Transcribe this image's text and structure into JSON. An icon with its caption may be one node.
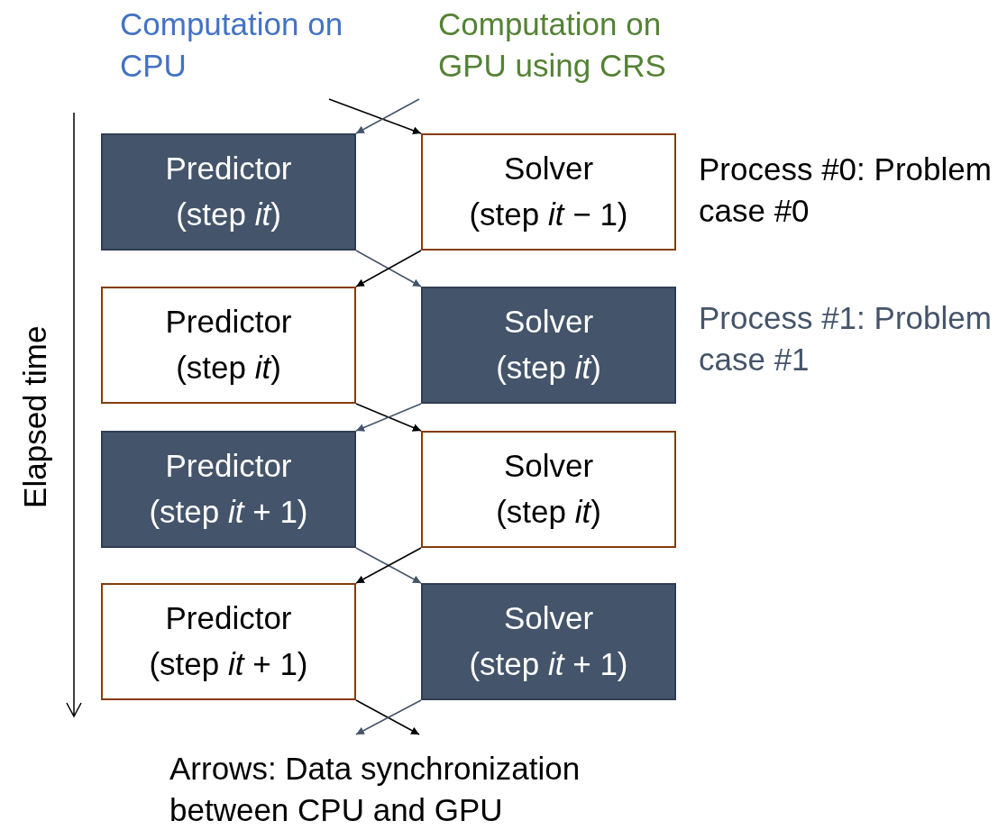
{
  "diagram": {
    "nodes": [
      {
        "text": [
          "Predictor",
          "(step *it*)"
        ]
      },
      {
        "text": [
          "Solver",
          "(step *it* − 1)"
        ]
      },
      {
        "text": [
          "Predictor",
          "(step *it*)"
        ]
      },
      {
        "text": [
          "Solver",
          "(step *it*)"
        ]
      },
      {
        "text": [
          "Predictor",
          "(step *it* + 1)"
        ]
      },
      {
        "text": [
          "Solver",
          "(step *it*)"
        ]
      },
      {
        "text": [
          "Predictor",
          "(step *it* + 1)"
        ]
      },
      {
        "text": [
          "Solver",
          "(step *it* + 1)"
        ]
      }
    ],
    "edges": [
      {
        "from": null,
        "to": 1,
        "arrow": "to"
      },
      {
        "from": null,
        "to": 0,
        "arrow": "to",
        "color": "#44546a"
      },
      {
        "from": 0,
        "to": 3,
        "arrow": "to",
        "color": "#44546a"
      },
      {
        "from": 1,
        "to": 2,
        "arrow": "to"
      },
      {
        "from": 2,
        "to": 5,
        "arrow": "to"
      },
      {
        "from": 3,
        "to": 4,
        "arrow": "to",
        "color": "#44546a"
      },
      {
        "from": 4,
        "to": 7,
        "arrow": "to",
        "color": "#44546a"
      },
      {
        "from": 5,
        "to": 6,
        "arrow": "to"
      },
      {
        "from": 6,
        "to": null,
        "arrow": "to"
      },
      {
        "from": 7,
        "to": null,
        "arrow": "to",
        "color": "#44546a"
      }
    ],
    "labels": [
      "Computation on CPU",
      "Computation on GPU using CRS",
      "Process #0: Problem case #0",
      "Process #1: Problem case #1",
      "Elapsed time",
      "Arrows: Data synchronization between CPU and GPU"
    ]
  }
}
